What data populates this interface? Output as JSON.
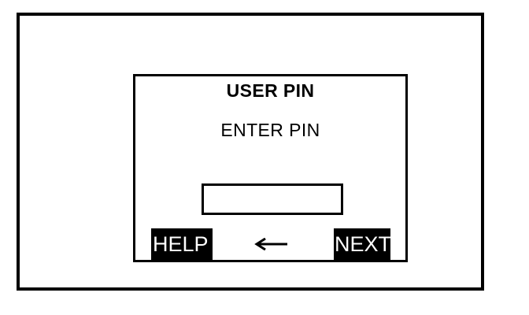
{
  "device": {
    "frame_name": "atm-bezel",
    "background_color": "#ffffff",
    "border_color": "#000000"
  },
  "screen": {
    "title": "USER PIN",
    "prompt": "ENTER PIN",
    "pin_input": {
      "value": "",
      "placeholder": ""
    },
    "softkeys": {
      "help_label": "HELP",
      "back_icon": "arrow-left-icon",
      "next_label": "NEXT"
    },
    "colors": {
      "foreground": "#000000",
      "background": "#ffffff",
      "softkey_background": "#000000",
      "softkey_text": "#ffffff"
    }
  }
}
